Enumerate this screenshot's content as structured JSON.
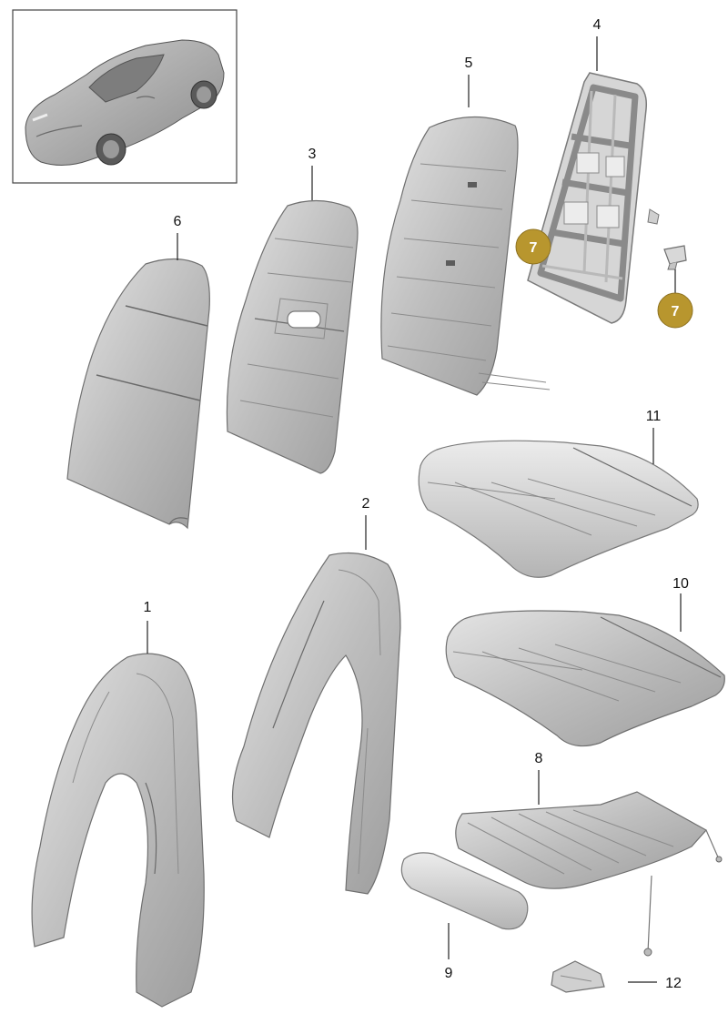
{
  "callouts": {
    "c1": "1",
    "c2": "2",
    "c3": "3",
    "c4": "4",
    "c5": "5",
    "c6": "6",
    "c7a": "7",
    "c7b": "7",
    "c8": "8",
    "c9": "9",
    "c10": "10",
    "c11": "11",
    "c12": "12"
  },
  "colors": {
    "badge": "#b8962e",
    "part_light": "#d9d9d9",
    "part_dark": "#9a9a9a"
  }
}
